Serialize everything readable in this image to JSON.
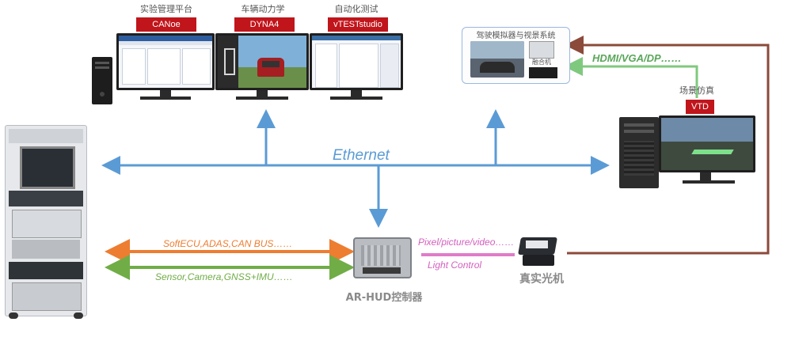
{
  "top_tools": [
    {
      "caption": "实验管理平台",
      "label": "CANoe"
    },
    {
      "caption": "车辆动力学",
      "label": "DYNA4"
    },
    {
      "caption": "自动化测试",
      "label": "vTESTstudio"
    }
  ],
  "driving_sim": {
    "caption": "驾驶模拟器与视景系统",
    "inner_label": "融合机"
  },
  "vtd": {
    "caption": "场景仿真",
    "label": "VTD"
  },
  "links": {
    "hdmi": "HDMI/VGA/DP……",
    "ethernet": "Ethernet",
    "softecu": "SoftECU,ADAS,CAN BUS……",
    "sensor": "Sensor,Camera,GNSS+IMU……",
    "pixel": "Pixel/picture/video……",
    "light": "Light Control"
  },
  "devices": {
    "ecu": "AR-HUD控制器",
    "projector": "真实光机"
  },
  "colors": {
    "blue": "#5b9bd5",
    "orange": "#ed7d31",
    "green": "#70ad47",
    "brown": "#8b4a3a",
    "light_green": "#7fc97f",
    "pink": "#e07bc9",
    "red": "#c0151b"
  }
}
